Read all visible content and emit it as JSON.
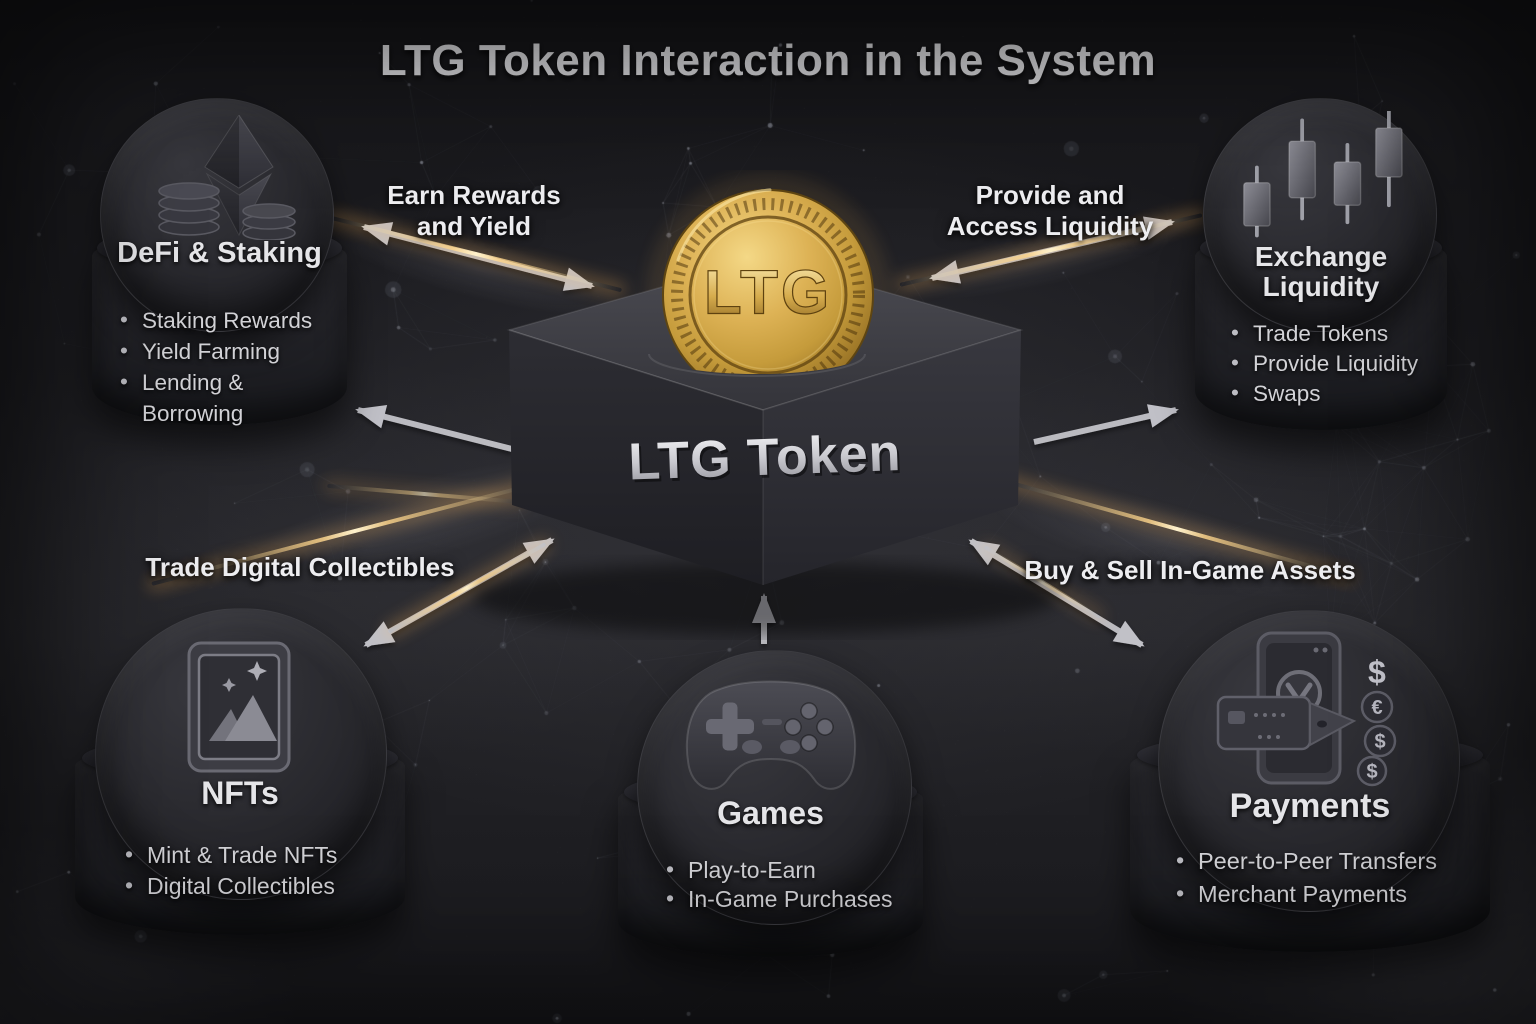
{
  "title": "LTG Token Interaction in the System",
  "center": {
    "coin_label": "LTG",
    "box_label": "LTG Token"
  },
  "nodes": [
    {
      "id": "defi-staking",
      "title": "DeFi & Staking",
      "icon": "ethereum-staking-icon",
      "bullets": [
        "Staking Rewards",
        "Yield Farming",
        "Lending & Borrowing"
      ]
    },
    {
      "id": "exchange-liquidity",
      "title": "Exchange Liquidity",
      "title_line1": "Exchange",
      "title_line2": "Liquidity",
      "icon": "candlestick-chart-icon",
      "bullets": [
        "Trade Tokens",
        "Provide Liquidity",
        "Swaps"
      ]
    },
    {
      "id": "nfts",
      "title": "NFTs",
      "icon": "nft-artwork-icon",
      "bullets": [
        "Mint & Trade NFTs",
        "Digital Collectibles"
      ]
    },
    {
      "id": "games",
      "title": "Games",
      "icon": "gamepad-icon",
      "bullets": [
        "Play-to-Earn",
        "In-Game Purchases"
      ]
    },
    {
      "id": "payments",
      "title": "Payments",
      "icon": "mobile-payment-icon",
      "bullets": [
        "Peer-to-Peer Transfers",
        "Merchant Payments"
      ]
    }
  ],
  "connections": [
    {
      "from": "defi-staking",
      "to": "ltg-token",
      "direction": "bidirectional",
      "label_line1": "Earn Rewards",
      "label_line2": "and Yield"
    },
    {
      "from": "exchange-liquidity",
      "to": "ltg-token",
      "direction": "bidirectional",
      "label_line1": "Provide and",
      "label_line2": "Access Liquidity"
    },
    {
      "from": "nfts",
      "to": "ltg-token",
      "direction": "bidirectional",
      "label_line1": "Trade Digital Collectibles",
      "label_line2": ""
    },
    {
      "from": "games",
      "to": "ltg-token",
      "direction": "to-center",
      "label_line1": "",
      "label_line2": ""
    },
    {
      "from": "payments",
      "to": "ltg-token",
      "direction": "bidirectional",
      "label_line1": "Buy & Sell In-Game Assets",
      "label_line2": ""
    }
  ],
  "colors": {
    "background": "#1b1b1f",
    "gold_accent": "#d9a944",
    "coin_gold": "#caa23c",
    "silver_arrow": "#c6c6cc",
    "text_primary": "#e6e6e9",
    "text_secondary": "#cfcfd4"
  }
}
